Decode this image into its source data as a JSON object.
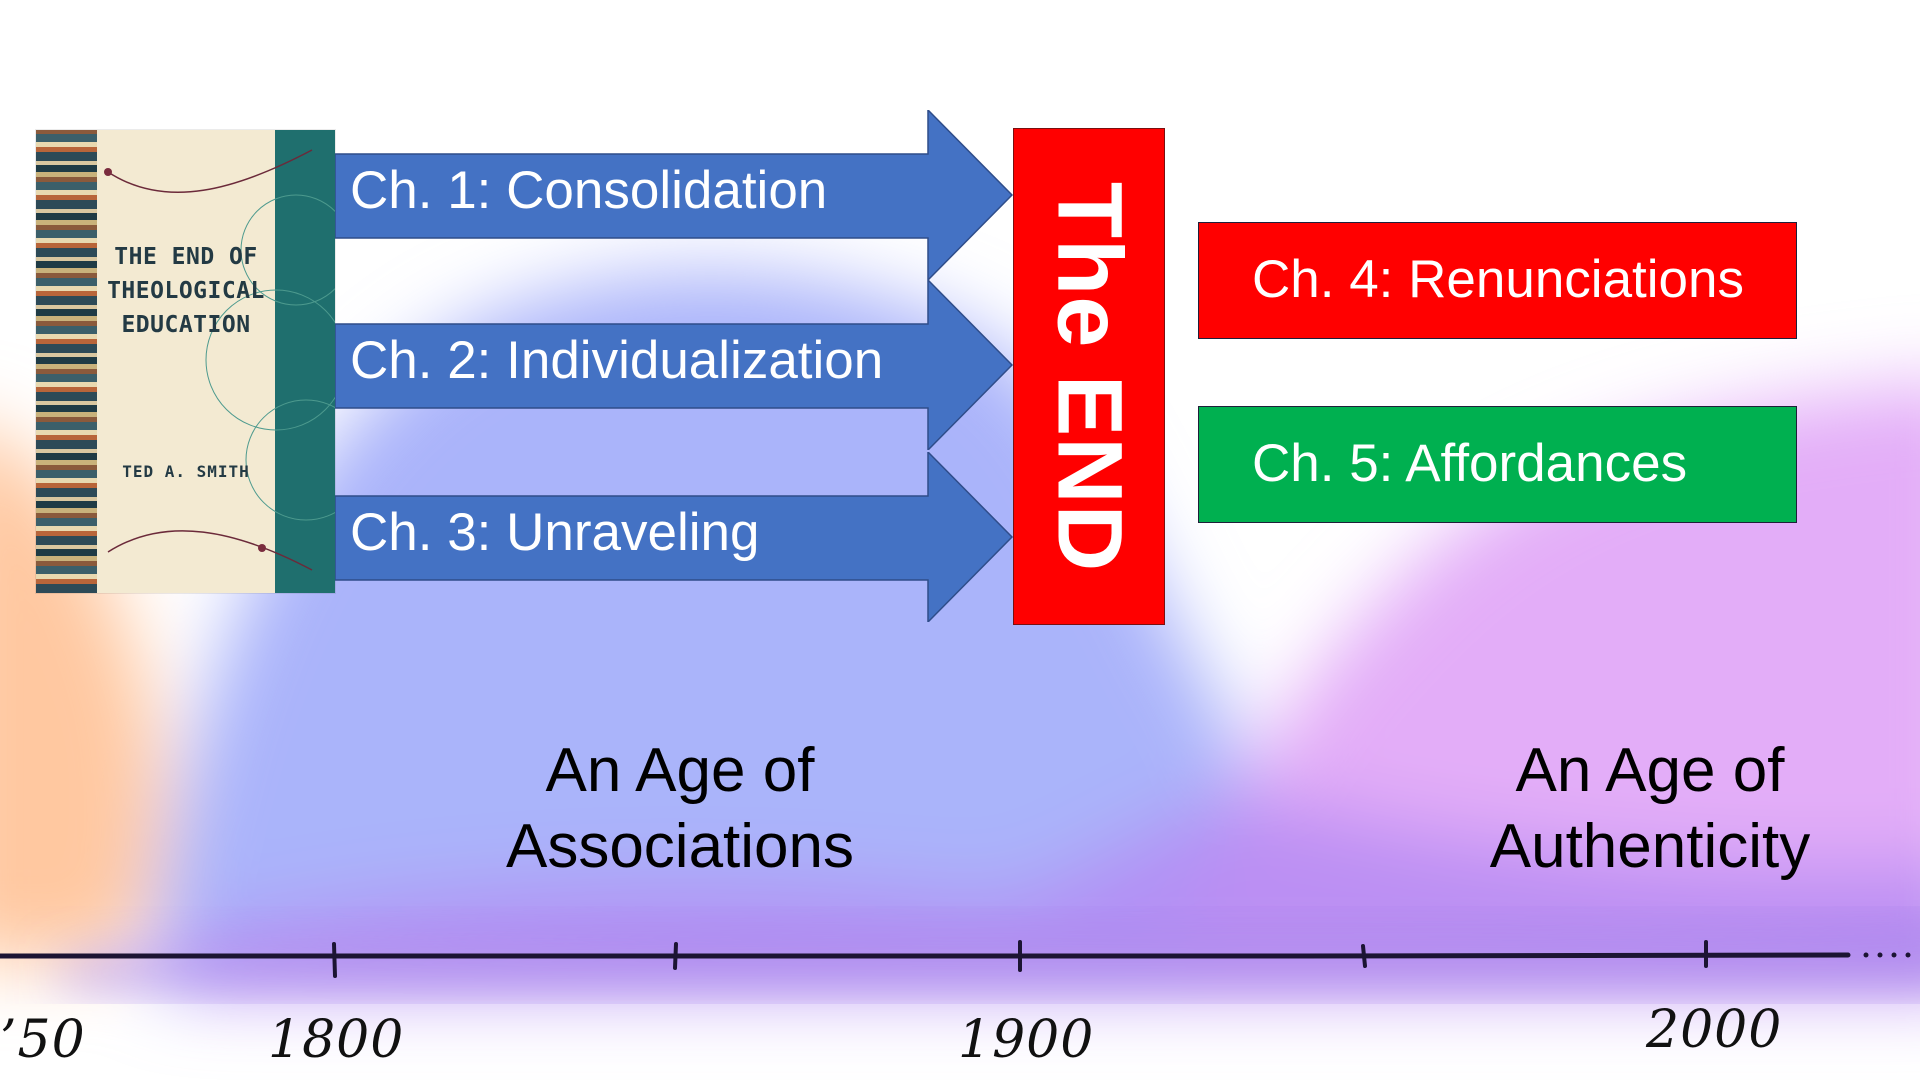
{
  "book": {
    "title_lines": [
      "THE END OF",
      "THEOLOGICAL",
      "EDUCATION"
    ],
    "author": "TED A. SMITH"
  },
  "arrows": [
    {
      "label": "Ch. 1: Consolidation"
    },
    {
      "label": "Ch. 2: Individualization"
    },
    {
      "label": "Ch. 3: Unraveling"
    }
  ],
  "end_label": "The END",
  "chapters": [
    {
      "label": "Ch. 4: Renunciations",
      "color": "#ff0000"
    },
    {
      "label": "Ch. 5: Affordances",
      "color": "#00b050"
    }
  ],
  "ages": [
    {
      "line1": "An Age of",
      "line2": "Associations"
    },
    {
      "line1": "An Age of",
      "line2": "Authenticity"
    }
  ],
  "timeline": {
    "years": [
      "’50",
      "1800",
      "1900",
      "2000"
    ]
  },
  "colors": {
    "arrow_fill": "#4472c4",
    "arrow_stroke": "#2f4d8a",
    "end_box": "#ff0000",
    "age_early": "#ffc9a0",
    "age_associations": "#aab4fa",
    "age_authenticity": "#e3adf8"
  }
}
